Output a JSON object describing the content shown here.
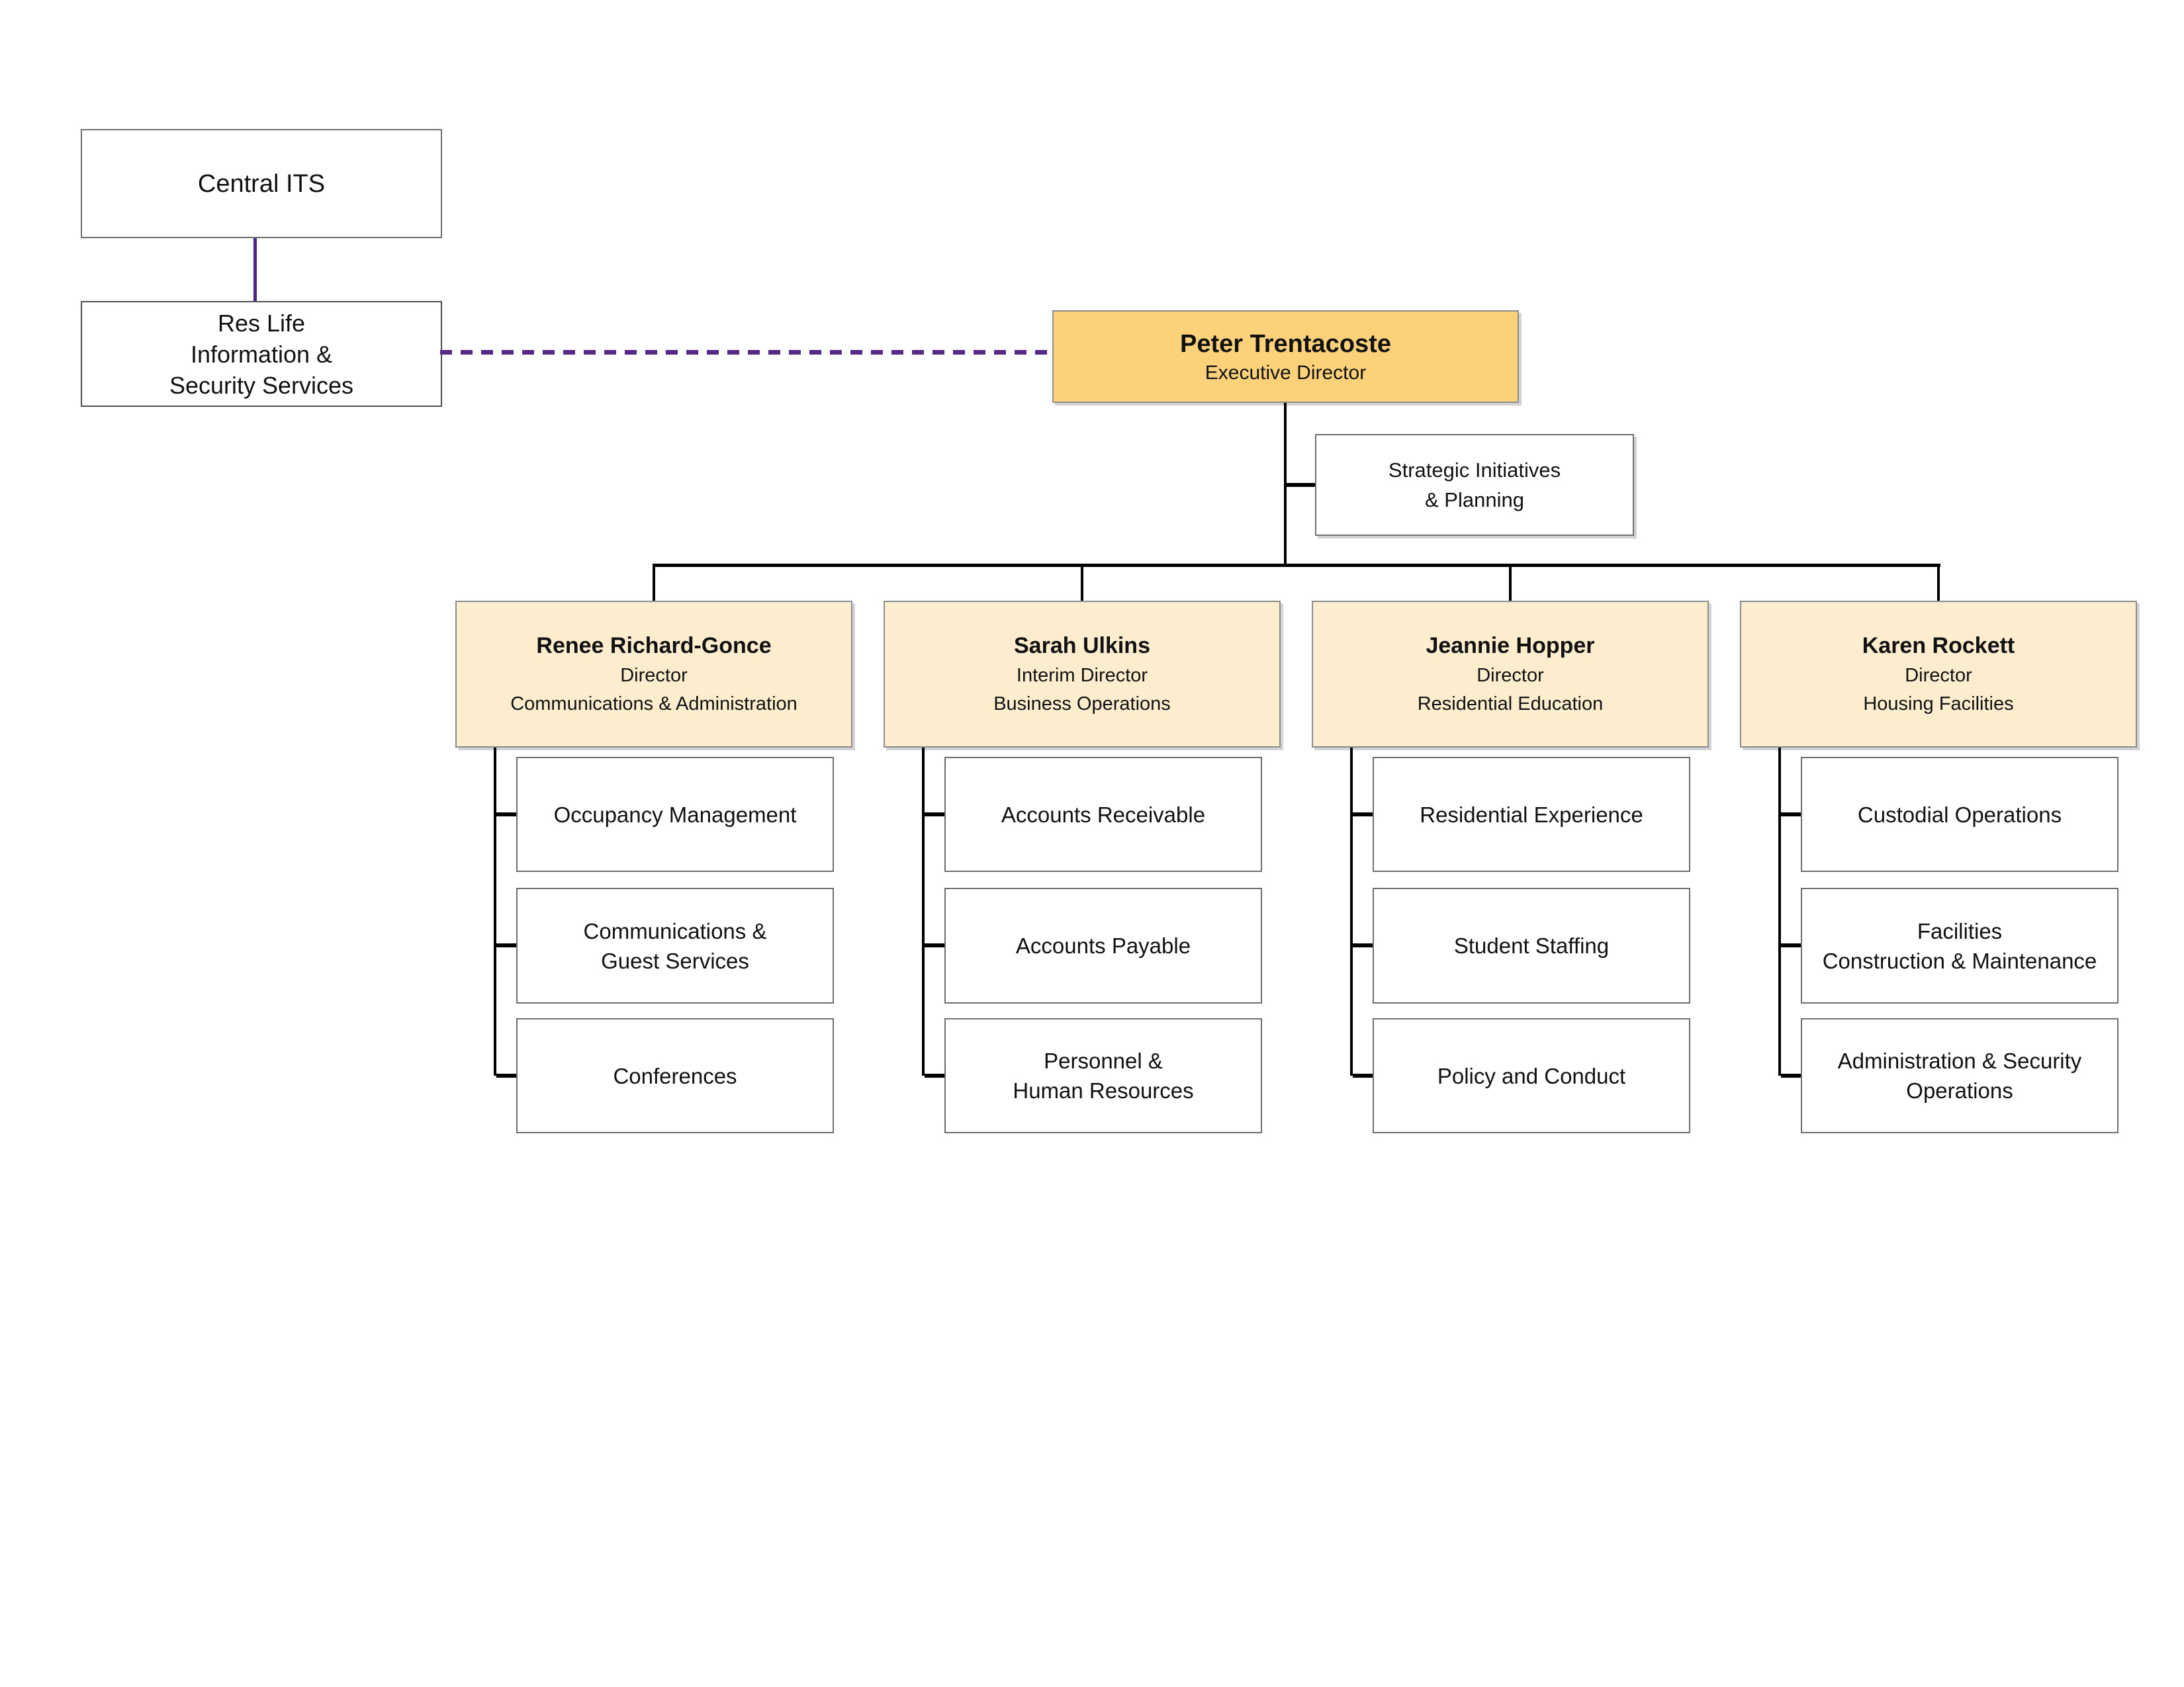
{
  "org": {
    "central_its": {
      "label": "Central ITS"
    },
    "res_life": {
      "lines": [
        "Res Life",
        "Information &",
        "Security Services"
      ]
    },
    "executive": {
      "name": "Peter Trentacoste",
      "title": "Executive Director"
    },
    "strategic": {
      "lines": [
        "Strategic Initiatives",
        "& Planning"
      ]
    },
    "directors": [
      {
        "name": "Renee Richard-Gonce",
        "title": "Director",
        "dept": "Communications & Administration",
        "reports": [
          [
            "Occupancy Management"
          ],
          [
            "Communications &",
            "Guest Services"
          ],
          [
            "Conferences"
          ]
        ]
      },
      {
        "name": "Sarah Ulkins",
        "title": "Interim Director",
        "dept": "Business Operations",
        "reports": [
          [
            "Accounts Receivable"
          ],
          [
            "Accounts Payable"
          ],
          [
            "Personnel &",
            "Human Resources"
          ]
        ]
      },
      {
        "name": "Jeannie Hopper",
        "title": "Director",
        "dept": "Residential Education",
        "reports": [
          [
            "Residential Experience"
          ],
          [
            "Student Staffing"
          ],
          [
            "Policy and Conduct"
          ]
        ]
      },
      {
        "name": "Karen Rockett",
        "title": "Director",
        "dept": "Housing Facilities",
        "reports": [
          [
            "Custodial Operations"
          ],
          [
            "Facilities",
            "Construction & Maintenance"
          ],
          [
            "Administration & Security",
            "Operations"
          ]
        ]
      }
    ],
    "colors": {
      "executive_fill": "#FBD179",
      "director_fill": "#FCEDCF",
      "dashed_link_purple": "#542A85",
      "solid_link_purple": "#4A2683",
      "connector_black": "#000000",
      "box_border_gray": "#6e6e6e"
    }
  }
}
